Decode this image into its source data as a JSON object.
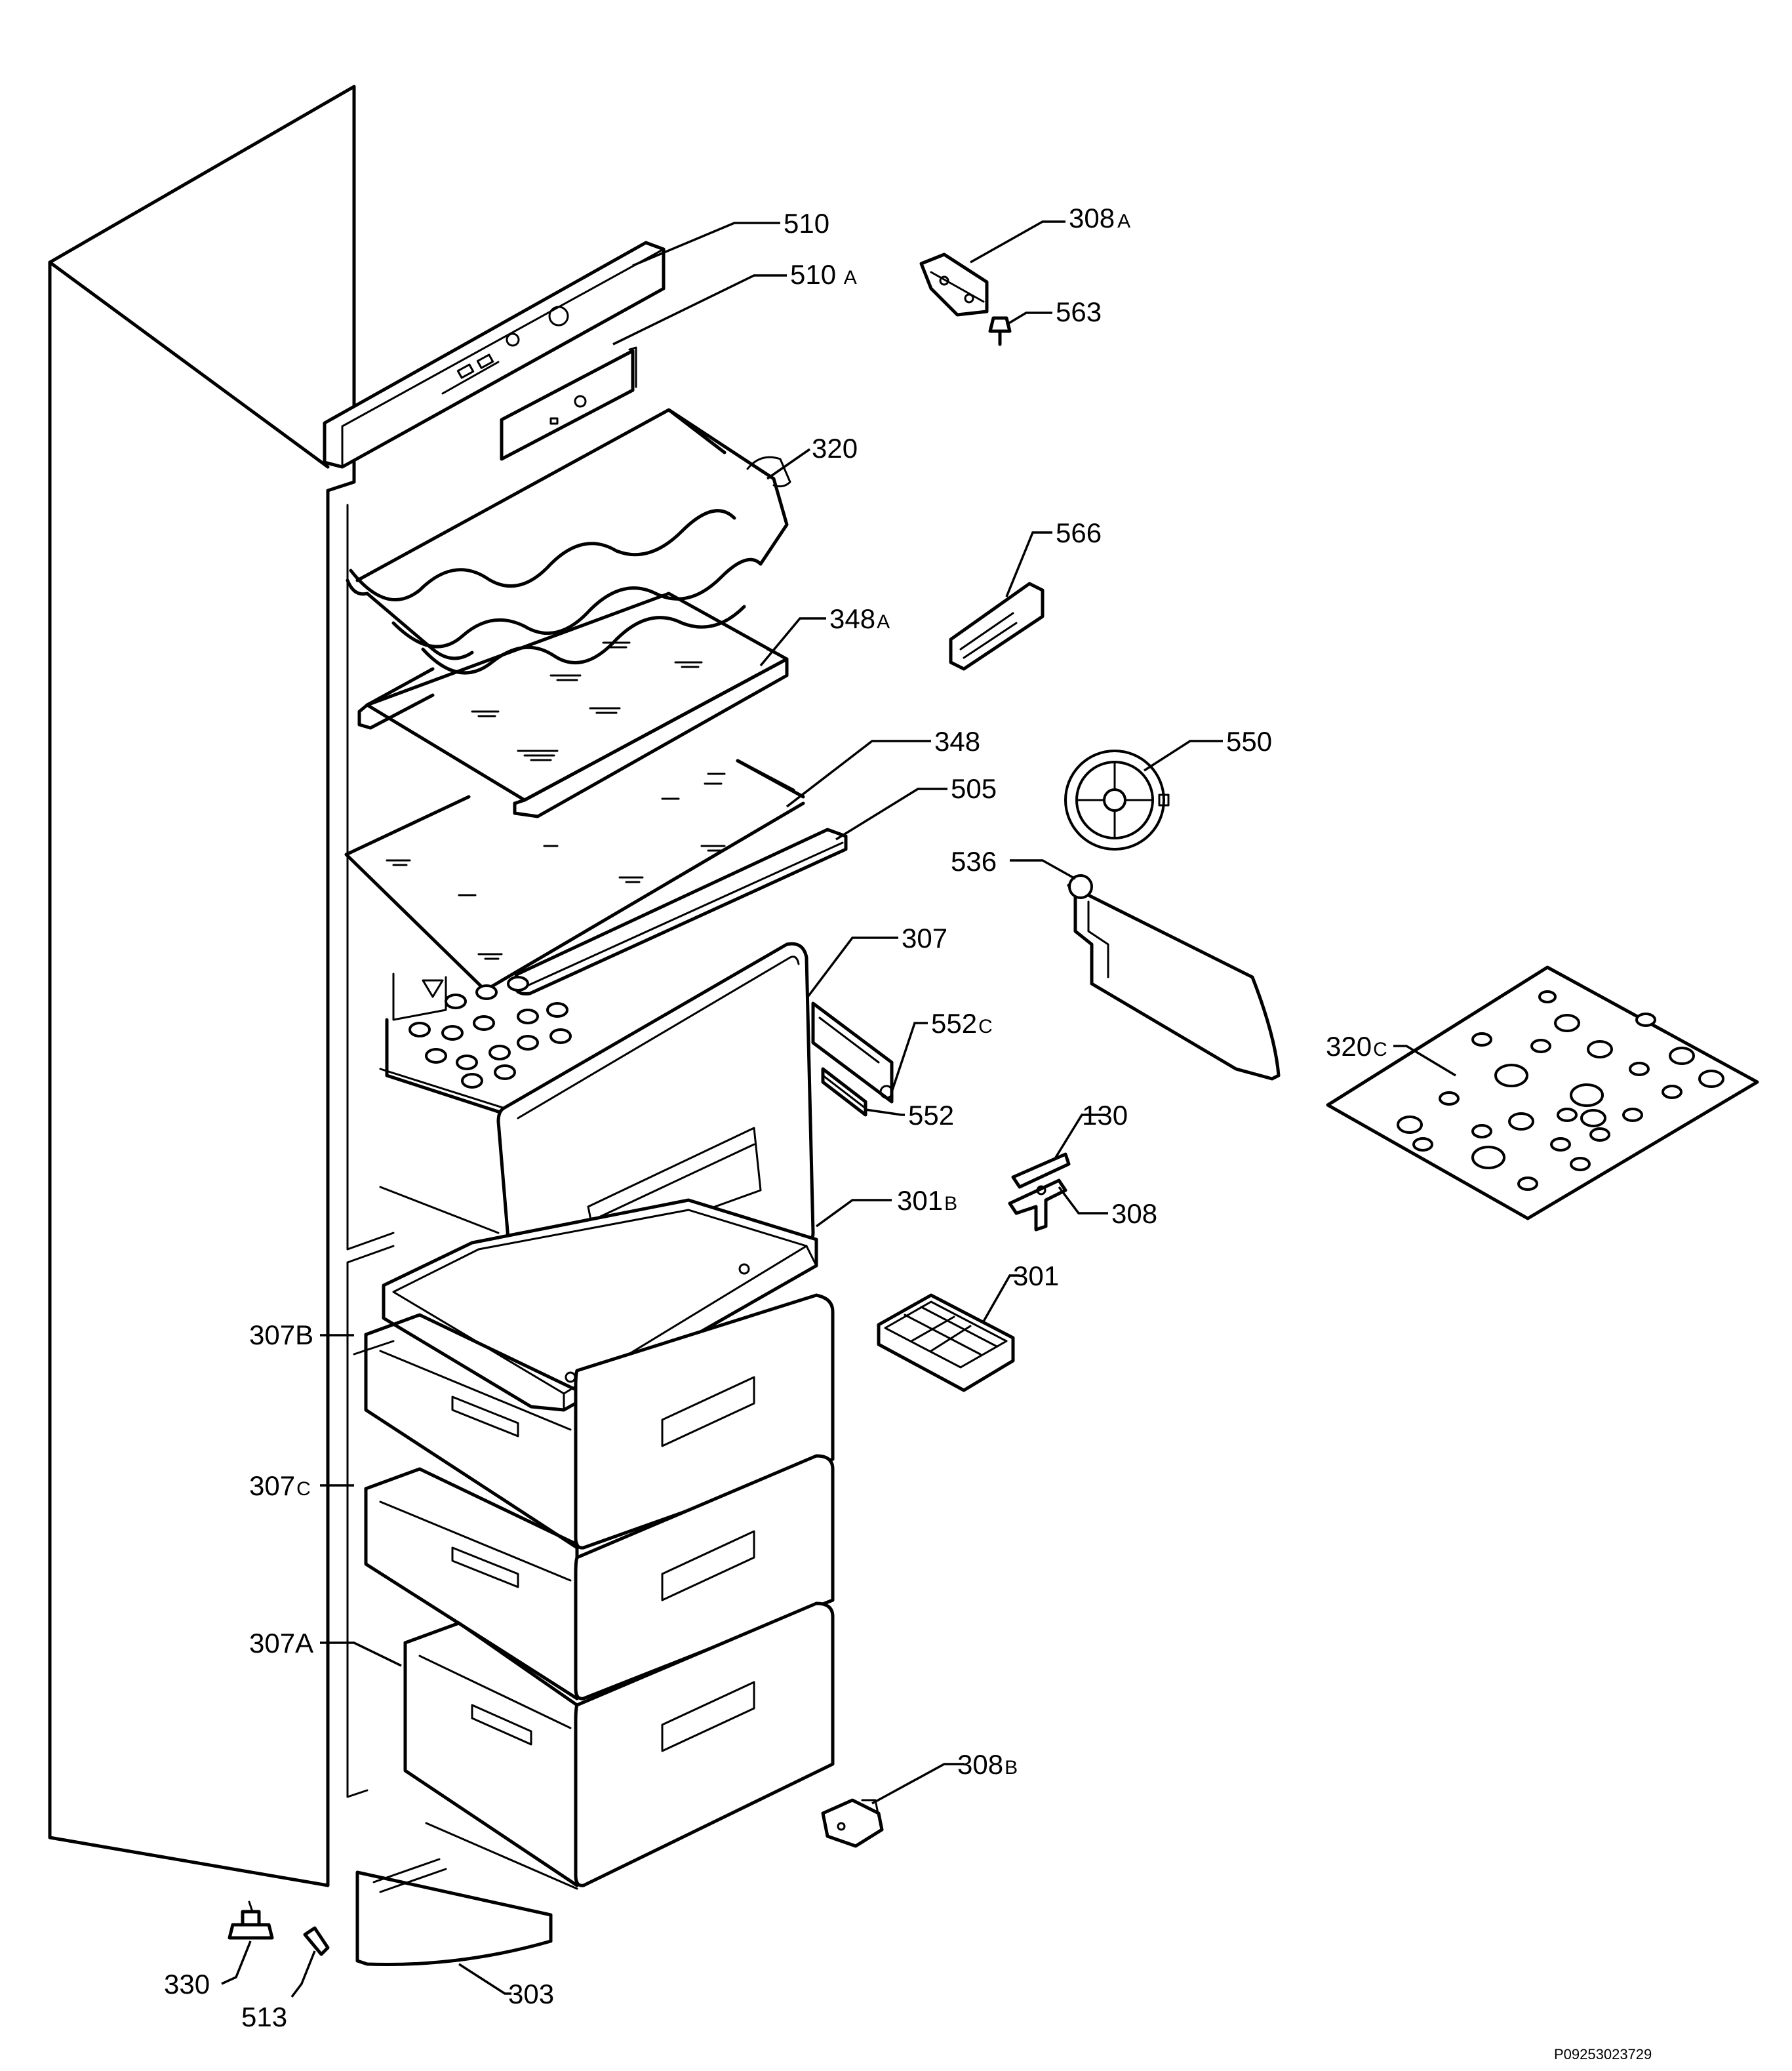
{
  "callouts": [
    {
      "id": "510",
      "num": "510",
      "sfx": ""
    },
    {
      "id": "510a",
      "num": "510",
      "sfx": "A"
    },
    {
      "id": "308a",
      "num": "308",
      "sfx": "A"
    },
    {
      "id": "563",
      "num": "563",
      "sfx": ""
    },
    {
      "id": "320",
      "num": "320",
      "sfx": ""
    },
    {
      "id": "566",
      "num": "566",
      "sfx": ""
    },
    {
      "id": "348a",
      "num": "348",
      "sfx": "A"
    },
    {
      "id": "348",
      "num": "348",
      "sfx": ""
    },
    {
      "id": "550",
      "num": "550",
      "sfx": ""
    },
    {
      "id": "505",
      "num": "505",
      "sfx": ""
    },
    {
      "id": "536",
      "num": "536",
      "sfx": ""
    },
    {
      "id": "307",
      "num": "307",
      "sfx": ""
    },
    {
      "id": "552c",
      "num": "552",
      "sfx": "C"
    },
    {
      "id": "320c",
      "num": "320",
      "sfx": "C"
    },
    {
      "id": "552",
      "num": "552",
      "sfx": ""
    },
    {
      "id": "130",
      "num": "130",
      "sfx": ""
    },
    {
      "id": "301b",
      "num": "301",
      "sfx": "B"
    },
    {
      "id": "308",
      "num": "308",
      "sfx": ""
    },
    {
      "id": "301",
      "num": "301",
      "sfx": ""
    },
    {
      "id": "307b",
      "num": "307B",
      "sfx": ""
    },
    {
      "id": "307c",
      "num": "307",
      "sfx": "C"
    },
    {
      "id": "307a",
      "num": "307A",
      "sfx": ""
    },
    {
      "id": "308b",
      "num": "308",
      "sfx": "B"
    },
    {
      "id": "303",
      "num": "303",
      "sfx": ""
    },
    {
      "id": "330",
      "num": "330",
      "sfx": ""
    },
    {
      "id": "513",
      "num": "513",
      "sfx": ""
    }
  ],
  "drawing_code": "P09253023729"
}
